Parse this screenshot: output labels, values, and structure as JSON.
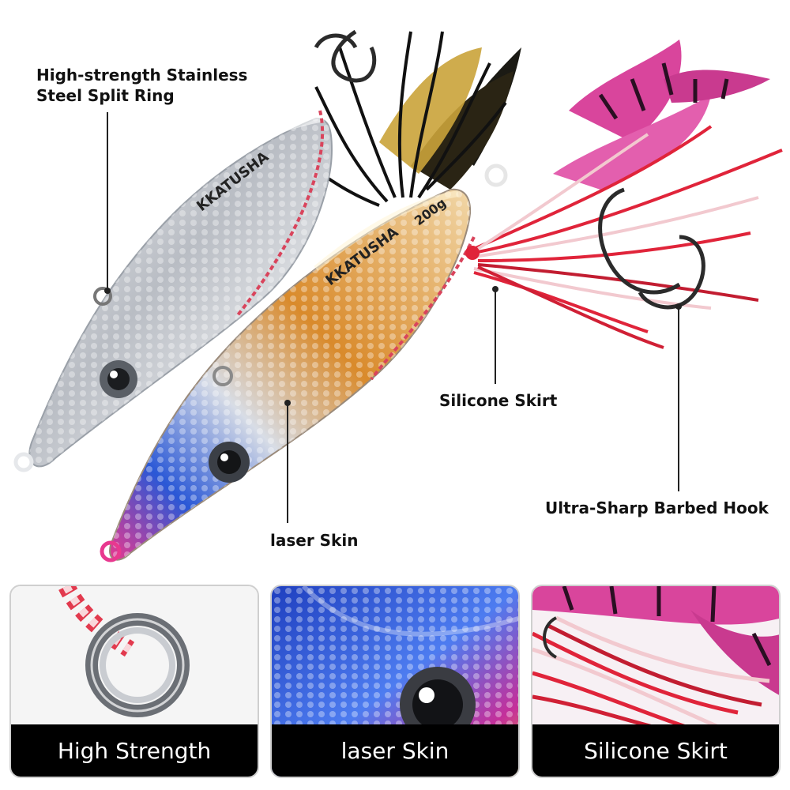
{
  "callouts": {
    "split_ring_line1": "High-strength Stainless",
    "split_ring_line2": "Steel Split Ring",
    "silicone_skirt": "Silicone Skirt",
    "hook": "Ultra-Sharp Barbed Hook",
    "laser_skin": "laser Skin"
  },
  "lure_branding": {
    "brand": "KKATUSHA",
    "weight": "200g"
  },
  "panels": [
    {
      "label": "High Strength"
    },
    {
      "label": "laser Skin"
    },
    {
      "label": "Silicone Skirt"
    }
  ],
  "colors": {
    "background": "#ffffff",
    "panel_bar": "#000000",
    "skirt_pink": "#d9459c",
    "skirt_red": "#e0243a",
    "jig_silver": "#c9ccd1",
    "jig_blue": "#2a58d6",
    "jig_gold": "#d98a2b"
  }
}
